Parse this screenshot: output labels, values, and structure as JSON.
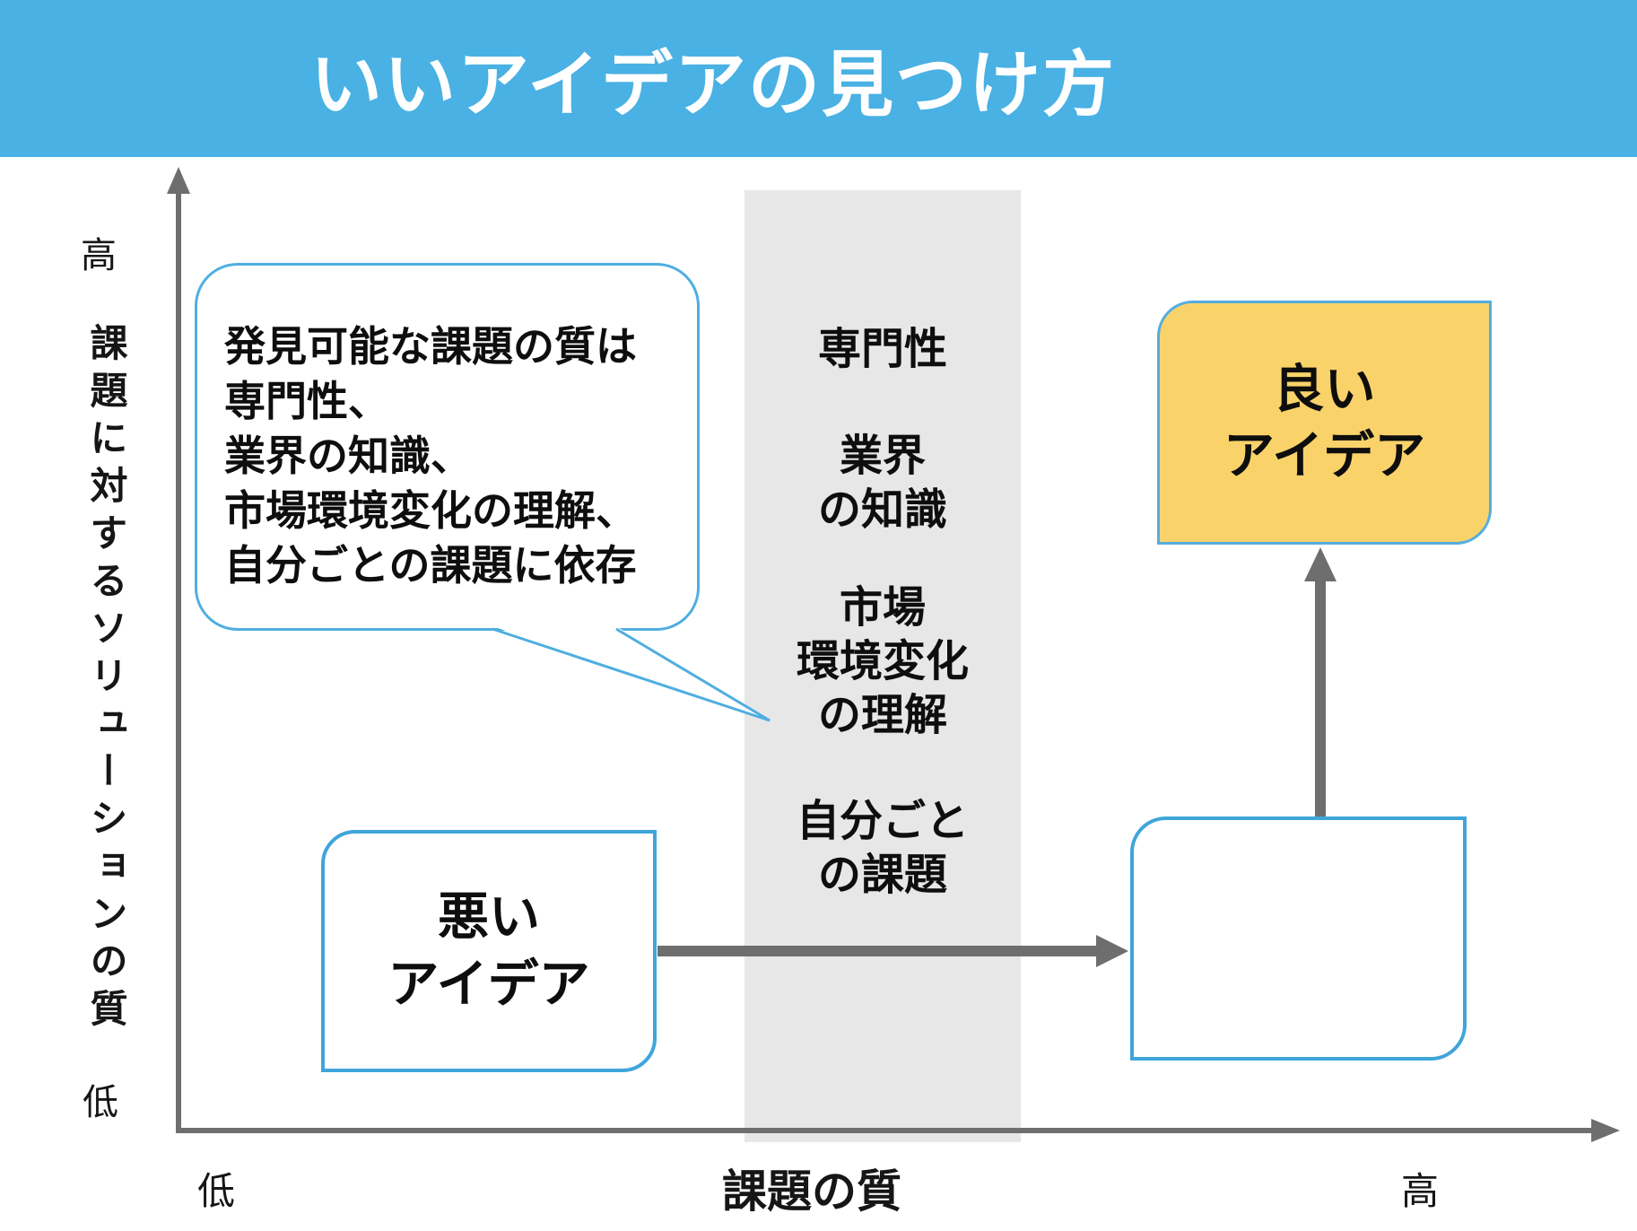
{
  "title": "いいアイデアの見つけ方",
  "colors": {
    "header_blue": "#49B1E3",
    "box_border_blue": "#3FA5DA",
    "bubble_border_blue": "#4FAEE0",
    "good_idea_fill": "#F9D36A",
    "band_gray": "#E7E7E7",
    "arrow_gray": "#6E6E6E",
    "text_black": "#0E0E0E"
  },
  "y_axis": {
    "label": "課題に対するソリューションの質",
    "high": "高",
    "low": "低"
  },
  "x_axis": {
    "label": "課題の質",
    "low": "低",
    "high": "高"
  },
  "bubble": {
    "lines": [
      "発見可能な課題の質は",
      "専門性、",
      "業界の知識、",
      "市場環境変化の理解、",
      "自分ごとの課題に依存"
    ]
  },
  "band": {
    "group1": "専門性",
    "group2": "業界\nの知識",
    "group3": "市場\n環境変化\nの理解",
    "group4": "自分ごと\nの課題"
  },
  "boxes": {
    "bad": {
      "line1": "悪い",
      "line2": "アイデア"
    },
    "good": {
      "line1": "良い",
      "line2": "アイデア"
    }
  }
}
